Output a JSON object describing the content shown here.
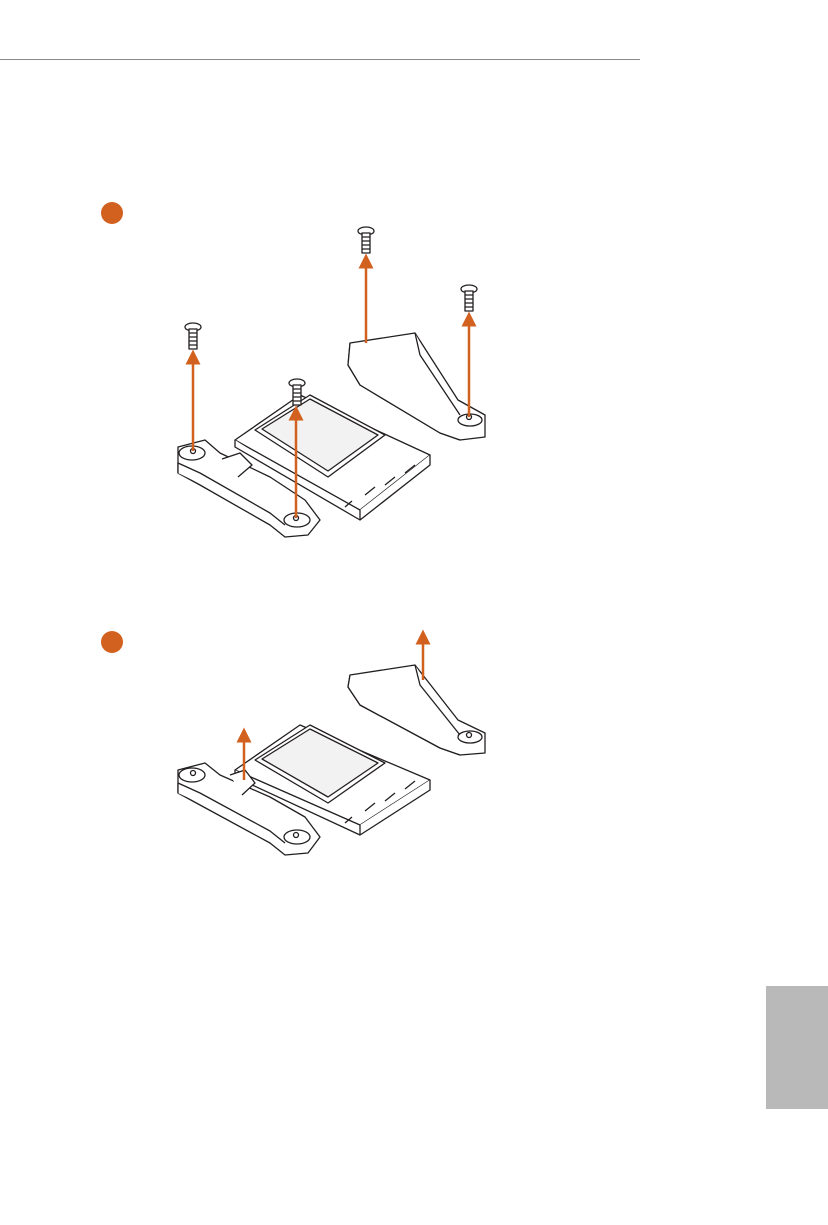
{
  "colors": {
    "accent": "#d2601e",
    "rule": "#8a8a8a",
    "side_tab": "#b9b9b9",
    "line_art": "#231f20"
  },
  "steps": [
    {
      "marker_icon": "step-circle-icon",
      "illustration": "remove-four-retention-screws-illustration",
      "icons": [
        "screw-icon",
        "up-arrow-icon",
        "retention-module-icon",
        "cpu-socket-icon"
      ]
    },
    {
      "marker_icon": "step-circle-icon",
      "illustration": "lift-off-retention-modules-illustration",
      "icons": [
        "up-arrow-icon",
        "retention-module-icon",
        "cpu-socket-icon"
      ]
    }
  ],
  "side_tab": {
    "icon": "language-tab"
  }
}
